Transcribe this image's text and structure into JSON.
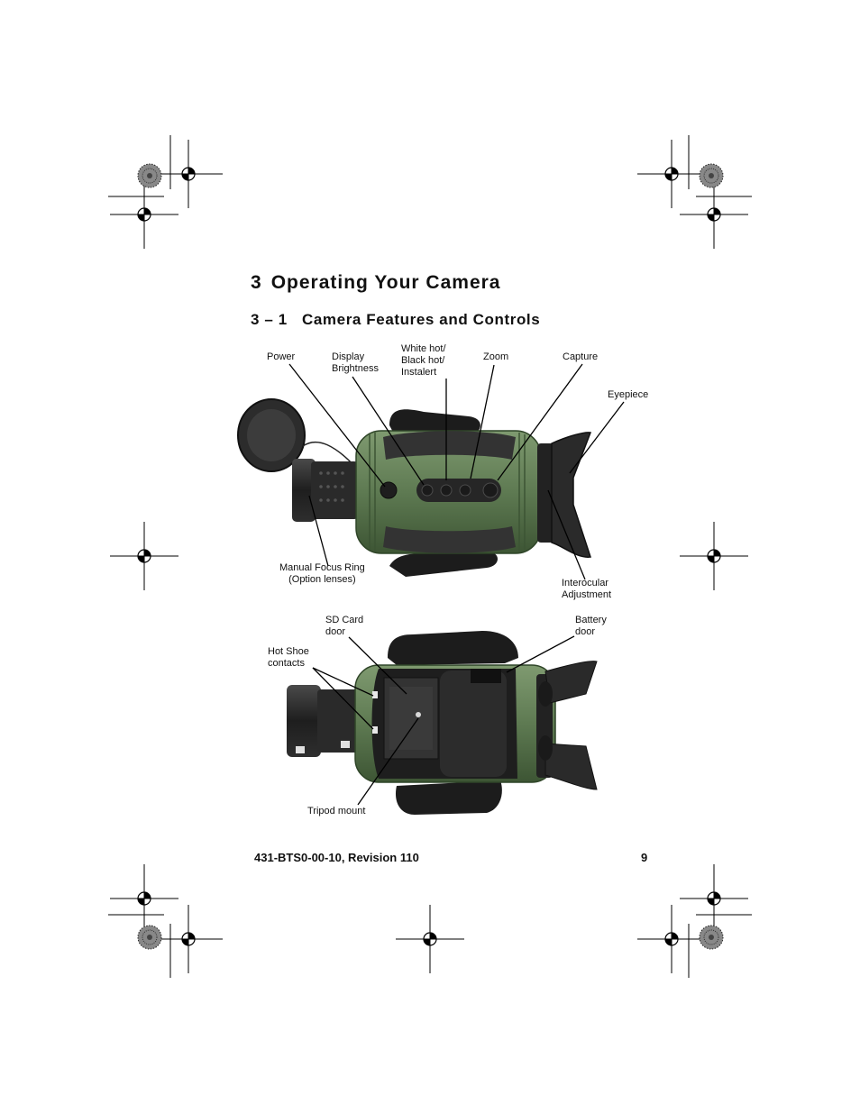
{
  "heading": {
    "number": "3",
    "title": "Operating Your Camera"
  },
  "subheading": {
    "number": "3 – 1",
    "title": "Camera Features and Controls"
  },
  "top_labels": {
    "power": "Power",
    "display_brightness": "Display\nBrightness",
    "polarity": "White hot/\nBlack hot/\nInstalert",
    "zoom": "Zoom",
    "capture": "Capture",
    "eyepiece": "Eyepiece",
    "focus_ring": "Manual Focus Ring\n(Option lenses)",
    "interocular": "Interocular\nAdjustment"
  },
  "bottom_labels": {
    "sd_card": "SD Card\ndoor",
    "battery": "Battery\ndoor",
    "hot_shoe": "Hot Shoe\ncontacts",
    "tripod": "Tripod mount"
  },
  "footer": {
    "doc_id": "431-BTS0-00-10, Revision 110",
    "page": "9"
  },
  "colors": {
    "body_green": "#5e7a52",
    "rubber": "#2a2a2a"
  }
}
